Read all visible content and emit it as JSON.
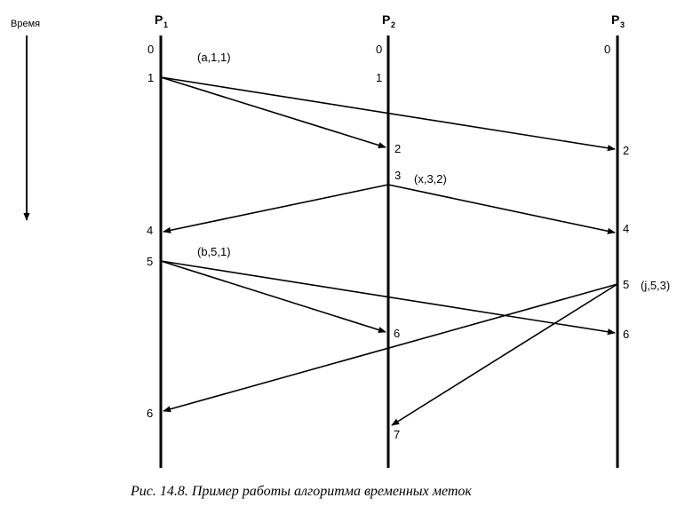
{
  "time_label": "Время",
  "processes": [
    {
      "name": "P",
      "sub": "1"
    },
    {
      "name": "P",
      "sub": "2"
    },
    {
      "name": "P",
      "sub": "3"
    }
  ],
  "ticks": {
    "p1": [
      "0",
      "1",
      "4",
      "5",
      "6"
    ],
    "p2": [
      "0",
      "1",
      "2",
      "3",
      "6",
      "7"
    ],
    "p3": [
      "0",
      "2",
      "4",
      "5",
      "6"
    ]
  },
  "events": {
    "a": "(a,1,1)",
    "x": "(x,3,2)",
    "b": "(b,5,1)",
    "j": "(j,5,3)"
  },
  "caption": "Рис. 14.8. Пример работы алгоритма временных меток"
}
